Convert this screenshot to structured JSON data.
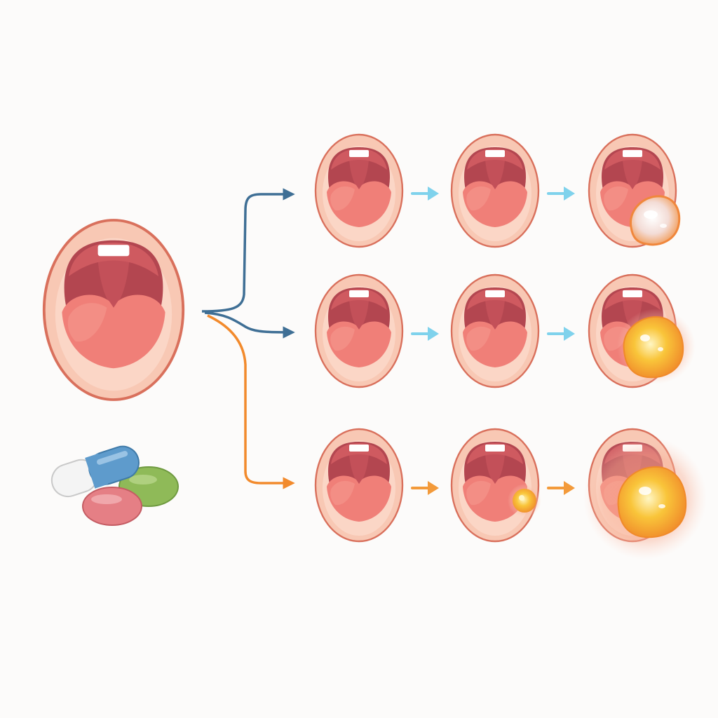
{
  "colors": {
    "background": "#fcfbfa",
    "lip_outer": "#f8c8b4",
    "lip_outline": "#d9705c",
    "lip_inner": "#fbd6c6",
    "throat": "#b34650",
    "palate": "#cf5a60",
    "tongue": "#f07f78",
    "tongue_light": "#f59a90",
    "teeth": "#ffffff",
    "branch_blue": "#3f6f95",
    "branch_orange": "#f28a2c",
    "step_arrow_cyan": "#7fd2ec",
    "step_arrow_orange": "#f39a3a",
    "lesion_core": "#f7b52c",
    "lesion_highlight": "#fff1b8",
    "lesion_white": "#f6e9e4",
    "inflammation": "#f6a88c",
    "pill_blue": "#5e9bcc",
    "pill_white": "#f4f4f4",
    "pill_green": "#8fba58",
    "pill_pink": "#e57f85"
  },
  "diagram": {
    "source": {
      "icon": "open-mouth-icon",
      "medication_icon": "pills-icon"
    },
    "branches": [
      {
        "id": "top",
        "branch_color": "branch_blue",
        "step_arrow_color": "step_arrow_cyan",
        "stages": [
          {
            "lesion": "none"
          },
          {
            "lesion": "none"
          },
          {
            "lesion": "white-patch"
          }
        ]
      },
      {
        "id": "middle",
        "branch_color": "branch_blue",
        "step_arrow_color": "step_arrow_cyan",
        "stages": [
          {
            "lesion": "none"
          },
          {
            "lesion": "none"
          },
          {
            "lesion": "large-abscess"
          }
        ]
      },
      {
        "id": "bottom",
        "branch_color": "branch_orange",
        "step_arrow_color": "step_arrow_orange",
        "stages": [
          {
            "lesion": "none"
          },
          {
            "lesion": "small-abscess"
          },
          {
            "lesion": "severe-abscess"
          }
        ]
      }
    ]
  }
}
